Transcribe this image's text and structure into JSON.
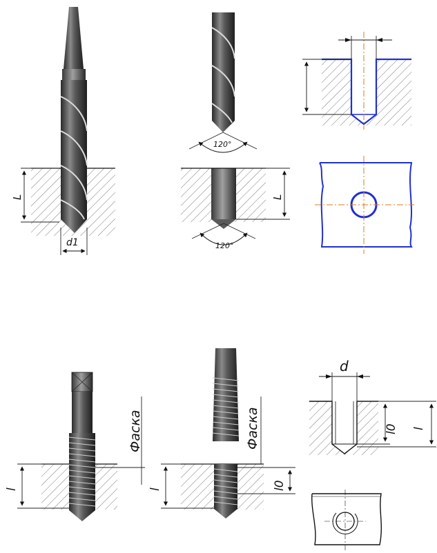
{
  "labels": {
    "length": "L",
    "drill_diameter": "d1",
    "angle_top": "120°",
    "angle_bottom": "120°",
    "chamfer_left": "Фаска",
    "chamfer_right": "Фаска",
    "thread_length_l": "l",
    "thread_length_l_left": "l",
    "thread_depth_l0": "l0",
    "diam_d": "d",
    "section_l0": "l0",
    "section_l": "l"
  },
  "colors": {
    "outline": "#1f2fd0",
    "centerline": "#e07a1a",
    "ink": "#111111"
  },
  "icons": [
    "taper-shank-drill",
    "drill-tip",
    "blind-hole-section",
    "hole-top-view",
    "tap-in-hole",
    "tap-above-hole",
    "threaded-hole-section",
    "threaded-hole-top-view"
  ]
}
